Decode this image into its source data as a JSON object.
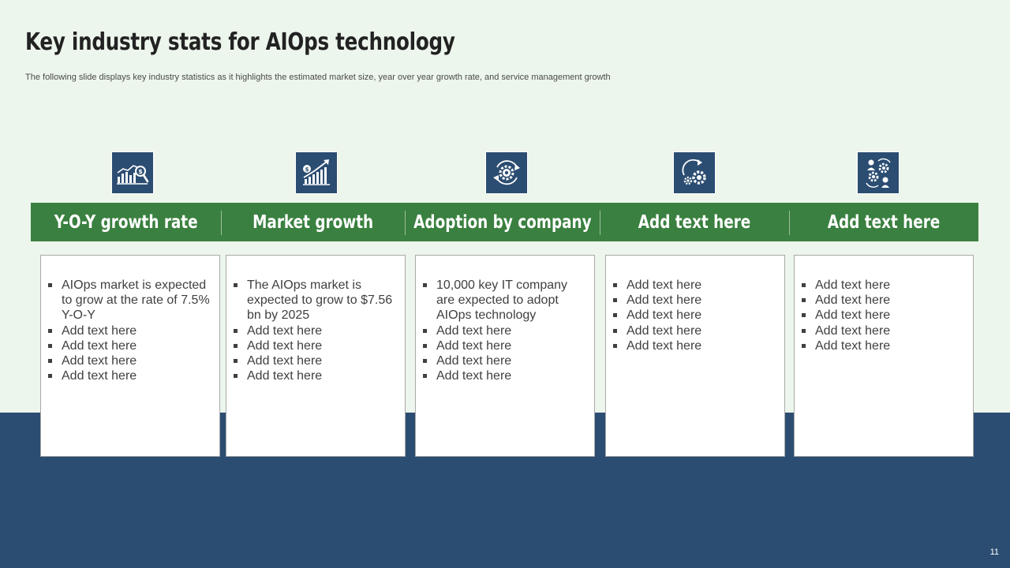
{
  "slide": {
    "title": "Key industry stats for AIOps technology",
    "subtitle": "The following slide displays key industry statistics as it highlights the estimated market size, year over year growth rate,  and service management growth",
    "page_number": "11"
  },
  "colors": {
    "background_top": "#edf6ec",
    "background_bottom": "#2c4d72",
    "header_green": "#3a8040",
    "icon_navy": "#2c4d72"
  },
  "columns": [
    {
      "icon": "growth-chart-search-icon",
      "heading": "Y-O-Y growth rate",
      "bullets": [
        "AIOps market is expected to grow at the rate of 7.5% Y-O-Y",
        "Add text here",
        "Add text here",
        "Add text here",
        "Add text here"
      ]
    },
    {
      "icon": "money-growth-chart-icon",
      "heading": "Market growth",
      "bullets": [
        "The AIOps market is expected to grow to $7.56 bn by 2025",
        "Add text here",
        "Add text here",
        "Add text here",
        "Add text here"
      ]
    },
    {
      "icon": "gear-cycle-icon",
      "heading": "Adoption by company",
      "bullets": [
        "10,000 key IT  company are expected to adopt AIOps technology",
        "Add text here",
        "Add text here",
        "Add text here",
        "Add text here"
      ]
    },
    {
      "icon": "gears-refresh-icon",
      "heading": "Add text here",
      "bullets": [
        "Add text here",
        "Add text here",
        "Add text here",
        "Add text here",
        "Add text here"
      ]
    },
    {
      "icon": "team-gears-icon",
      "heading": "Add text here",
      "bullets": [
        "Add text here",
        "Add text here",
        "Add text here",
        "Add text here",
        "Add text here"
      ]
    }
  ]
}
